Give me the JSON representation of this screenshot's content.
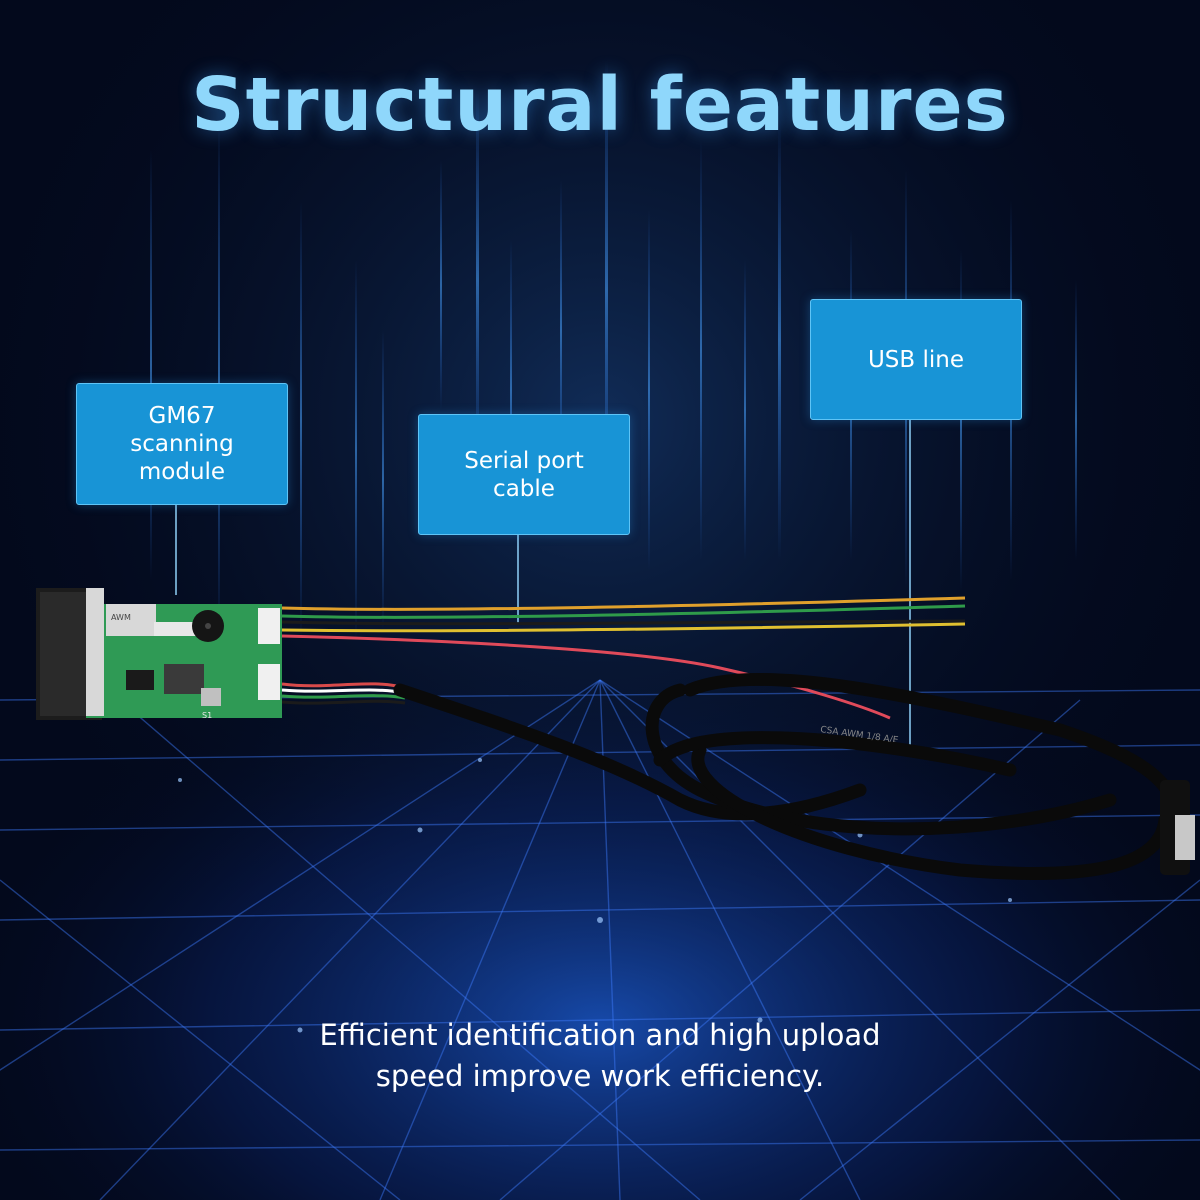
{
  "title": "Structural features",
  "callouts": {
    "gm67": "GM67\nscanning\nmodule",
    "serial": "Serial port\ncable",
    "usb": "USB line"
  },
  "board_labels": {
    "awm": "AWM",
    "s1": "S1",
    "cable_print": "CSA AWM 1/8 A/E"
  },
  "caption": {
    "line1": "Efficient identification and high upload",
    "line2": "speed improve work efficiency."
  },
  "colors": {
    "background": "#03091c",
    "title": "#8fd7fb",
    "callout_fill": "#1894d6",
    "board_green": "#2f9a55"
  }
}
